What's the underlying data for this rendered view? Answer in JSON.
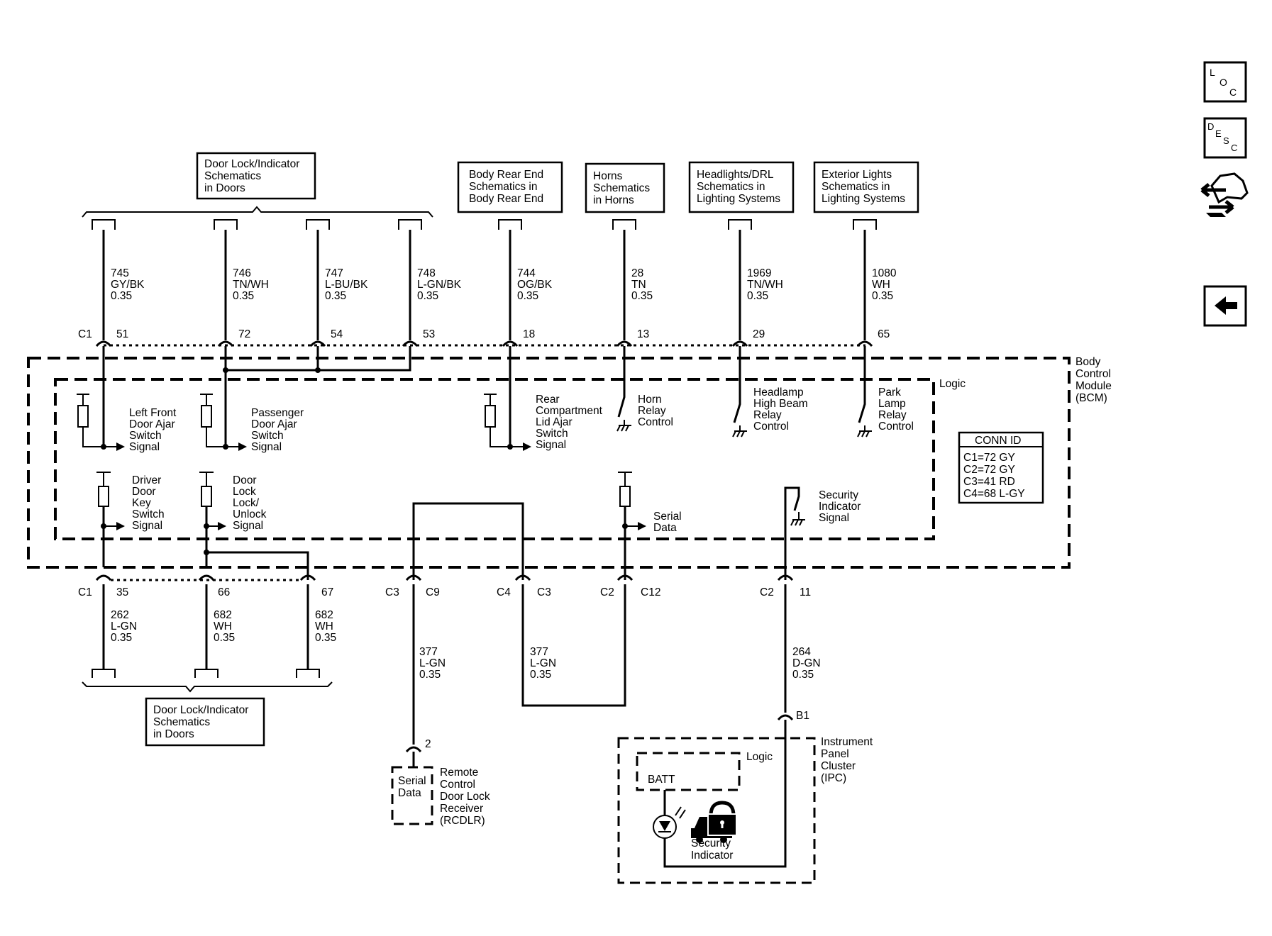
{
  "nav": {
    "loc_l": "L",
    "loc_o": "O",
    "loc_c": "C",
    "desc_d": "D",
    "desc_e": "E",
    "desc_s": "S",
    "desc_c": "C",
    "back_icon": "left-arrow-icon",
    "connector_icon": "connector-hand-icon"
  },
  "refs": {
    "door_top": [
      "Door Lock/Indicator",
      "Schematics",
      "in Doors"
    ],
    "body_rear": [
      "Body Rear End",
      "Schematics in",
      "Body Rear End"
    ],
    "horns": [
      "Horns",
      "Schematics",
      "in Horns"
    ],
    "headlights": [
      "Headlights/DRL",
      "Schematics in",
      "Lighting Systems"
    ],
    "exterior": [
      "Exterior Lights",
      "Schematics in",
      "Lighting Systems"
    ],
    "door_bottom": [
      "Door Lock/Indicator",
      "Schematics",
      "in Doors"
    ]
  },
  "top_wires": [
    {
      "circuit": "745",
      "color": "GY/BK",
      "size": "0.35",
      "pin": "51"
    },
    {
      "circuit": "746",
      "color": "TN/WH",
      "size": "0.35",
      "pin": "72"
    },
    {
      "circuit": "747",
      "color": "L-BU/BK",
      "size": "0.35",
      "pin": "54"
    },
    {
      "circuit": "748",
      "color": "L-GN/BK",
      "size": "0.35",
      "pin": "53"
    },
    {
      "circuit": "744",
      "color": "OG/BK",
      "size": "0.35",
      "pin": "18"
    },
    {
      "circuit": "28",
      "color": "TN",
      "size": "0.35",
      "pin": "13"
    },
    {
      "circuit": "1969",
      "color": "TN/WH",
      "size": "0.35",
      "pin": "29"
    },
    {
      "circuit": "1080",
      "color": "WH",
      "size": "0.35",
      "pin": "65"
    }
  ],
  "top_connector": "C1",
  "bcm": {
    "title": [
      "Body",
      "Control",
      "Module",
      "(BCM)"
    ],
    "logic": "Logic",
    "inputs": {
      "lf_door": [
        "Left Front",
        "Door Ajar",
        "Switch",
        "Signal"
      ],
      "pass_door": [
        "Passenger",
        "Door Ajar",
        "Switch",
        "Signal"
      ],
      "rear_comp": [
        "Rear",
        "Compartment",
        "Lid Ajar",
        "Switch",
        "Signal"
      ],
      "horn": [
        "Horn",
        "Relay",
        "Control"
      ],
      "headlamp": [
        "Headlamp",
        "High Beam",
        "Relay",
        "Control"
      ],
      "park": [
        "Park",
        "Lamp",
        "Relay",
        "Control"
      ],
      "driver_key": [
        "Driver",
        "Door",
        "Key",
        "Switch",
        "Signal"
      ],
      "door_lock": [
        "Door",
        "Lock",
        "Lock/",
        "Unlock",
        "Signal"
      ],
      "serial": [
        "Serial",
        "Data"
      ],
      "security": [
        "Security",
        "Indicator",
        "Signal"
      ]
    },
    "conn_id": {
      "title": "CONN ID",
      "rows": [
        "C1=72 GY",
        "C2=72 GY",
        "C3=41 RD",
        "C4=68 L-GY"
      ]
    }
  },
  "bottom_pins": {
    "c1": "C1",
    "p35": "35",
    "p66": "66",
    "p67": "67",
    "c3a": "C3",
    "c9": "C9",
    "c4": "C4",
    "c3b": "C3",
    "c2a": "C2",
    "c12": "C12",
    "c2b": "C2",
    "p11": "11"
  },
  "bottom_wires": [
    {
      "circuit": "262",
      "color": "L-GN",
      "size": "0.35"
    },
    {
      "circuit": "682",
      "color": "WH",
      "size": "0.35"
    },
    {
      "circuit": "682",
      "color": "WH",
      "size": "0.35"
    },
    {
      "circuit": "377",
      "color": "L-GN",
      "size": "0.35"
    },
    {
      "circuit": "377",
      "color": "L-GN",
      "size": "0.35"
    },
    {
      "circuit": "264",
      "color": "D-GN",
      "size": "0.35"
    }
  ],
  "rcdlr": {
    "pin": "2",
    "inner": [
      "Serial",
      "Data"
    ],
    "name": [
      "Remote",
      "Control",
      "Door Lock",
      "Receiver",
      "(RCDLR)"
    ]
  },
  "ipc": {
    "pin": "B1",
    "name": [
      "Instrument",
      "Panel",
      "Cluster",
      "(IPC)"
    ],
    "logic": "Logic",
    "batt": "BATT",
    "indicator": [
      "Security",
      "Indicator"
    ]
  }
}
